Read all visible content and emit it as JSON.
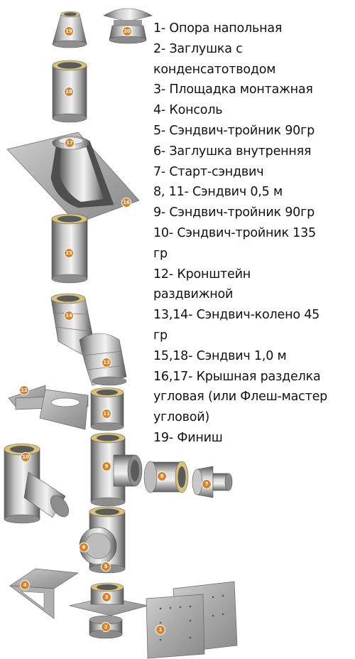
{
  "legend": [
    "1- Опора напольная",
    "2- Заглушка с",
    "конденсатотводом",
    "3- Площадка монтажная",
    "4- Консоль",
    "5- Сэндвич-тройник 90гр",
    "6- Заглушка внутренняя",
    "7- Старт-сэндвич",
    "8, 11- Сэндвич 0,5 м",
    "9- Сэндвич-тройник 90гр",
    "10- Сэндвич-тройник 135",
    "гр",
    "12- Кронштейн",
    "раздвижной",
    "13,14- Сэндвич-колено 45",
    "гр",
    "15,18- Сэндвич 1,0 м",
    "16,17- Крышная разделка",
    "угловая (или Флеш-мастер",
    "угловой)",
    "19- Финиш"
  ],
  "badges": {
    "b1": "1",
    "b2": "2",
    "b3": "3",
    "b4": "4",
    "b5": "5",
    "b6": "6",
    "b7": "7",
    "b8": "8",
    "b9": "9",
    "b10": "10",
    "b11": "11",
    "b12": "12",
    "b13": "13",
    "b14": "14",
    "b15": "15",
    "b16": "16",
    "b17": "17",
    "b18": "18",
    "b19": "19",
    "b20": "20"
  },
  "colors": {
    "badge": "#d9822b",
    "steel_dark": "#6e6e6e",
    "steel_light": "#e6e6e6",
    "brass": "#d8c27a",
    "text": "#111111"
  }
}
